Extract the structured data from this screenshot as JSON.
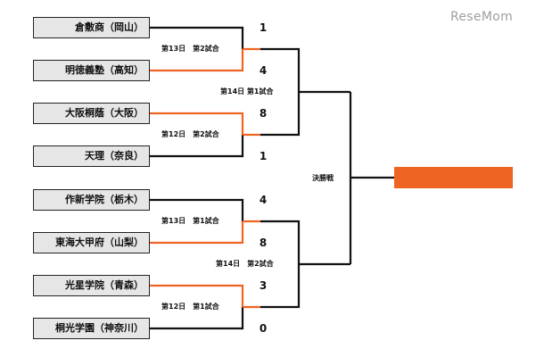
{
  "logo": "ReseMom",
  "teams": [
    {
      "name": "倉敷商（岡山）",
      "score": "1",
      "winner": false
    },
    {
      "name": "明徳義塾（高知）",
      "score": "4",
      "winner": true
    },
    {
      "name": "大阪桐蔭（大阪）",
      "score": "8",
      "winner": true
    },
    {
      "name": "天理（奈良）",
      "score": "1",
      "winner": false
    },
    {
      "name": "作新学院（栃木）",
      "score": "4",
      "winner": false
    },
    {
      "name": "東海大甲府（山梨）",
      "score": "8",
      "winner": true
    },
    {
      "name": "光星学院（青森）",
      "score": "3",
      "winner": true
    },
    {
      "name": "桐光学園（神奈川）",
      "score": "0",
      "winner": false
    }
  ],
  "matches": {
    "qf1": "第13日　第2試合",
    "qf2": "第12日　第2試合",
    "qf3": "第13日　第1試合",
    "qf4": "第12日　第1試合",
    "sf1": "第14日 第1試合",
    "sf2": "第14日　第2試合"
  },
  "final_label": "決勝戦",
  "colors": {
    "winner_line": "#ee6423",
    "line": "#111111",
    "team_box": "#e6e6e6"
  }
}
